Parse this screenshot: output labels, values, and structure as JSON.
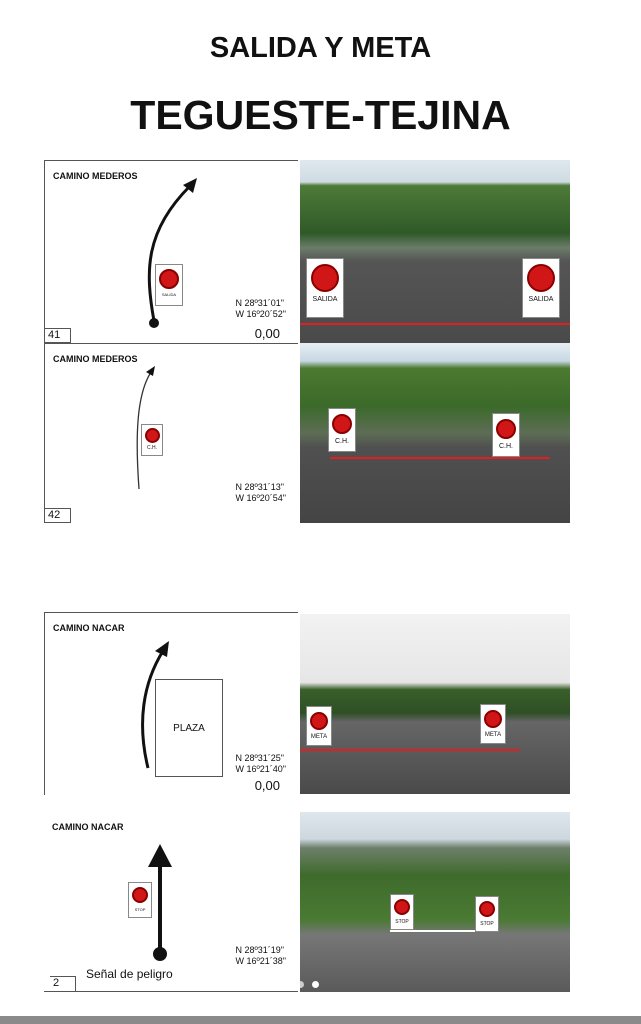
{
  "title": "SALIDA Y META",
  "subtitle": "TEGUESTE-TEJINA",
  "blocks": [
    {
      "street": "CAMINO MEDEROS",
      "n": "N  28º31´01\"",
      "w": "W  16º20´52\"",
      "dist": "0,00",
      "num": "41",
      "sign": "SALIDA"
    },
    {
      "street": "CAMINO MEDEROS",
      "n": "N  28º31´13\"",
      "w": "W  16º20´54\"",
      "num": "42",
      "sign": "C.H."
    },
    {
      "street": "CAMINO NACAR",
      "n": "N  28º31´25\"",
      "w": "W  16º21´40\"",
      "dist": "0,00",
      "sign": "META",
      "plaza": "PLAZA"
    },
    {
      "street": "CAMINO NACAR",
      "n": "N  28º31´19\"",
      "w": "W  16º21´38\"",
      "num": "2",
      "sign": "STOP",
      "note": "Señal de peligro"
    }
  ]
}
